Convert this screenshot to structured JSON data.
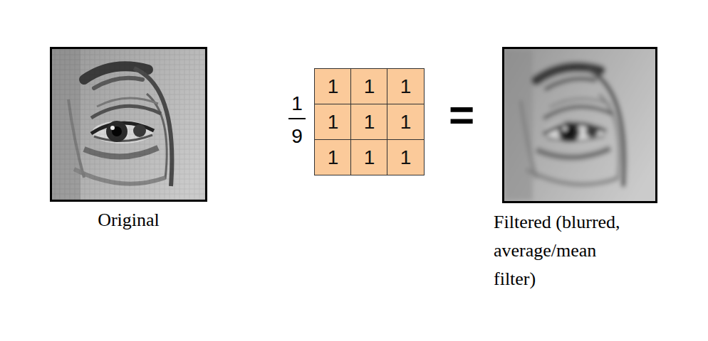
{
  "diagram": {
    "nodes": [
      {
        "text": [
          "Original"
        ]
      },
      {
        "text": [
          "1"
        ]
      },
      {
        "text": [
          "1"
        ]
      },
      {
        "text": [
          "1"
        ]
      },
      {
        "text": [
          "1"
        ]
      },
      {
        "text": [
          "1"
        ]
      },
      {
        "text": [
          "1"
        ]
      },
      {
        "text": [
          "1"
        ]
      },
      {
        "text": [
          "1"
        ]
      },
      {
        "text": [
          "1"
        ]
      },
      {
        "text": [
          "Filtered (blurred, average/mean filter)"
        ]
      }
    ],
    "labels": [
      "1",
      "9",
      "="
    ]
  }
}
